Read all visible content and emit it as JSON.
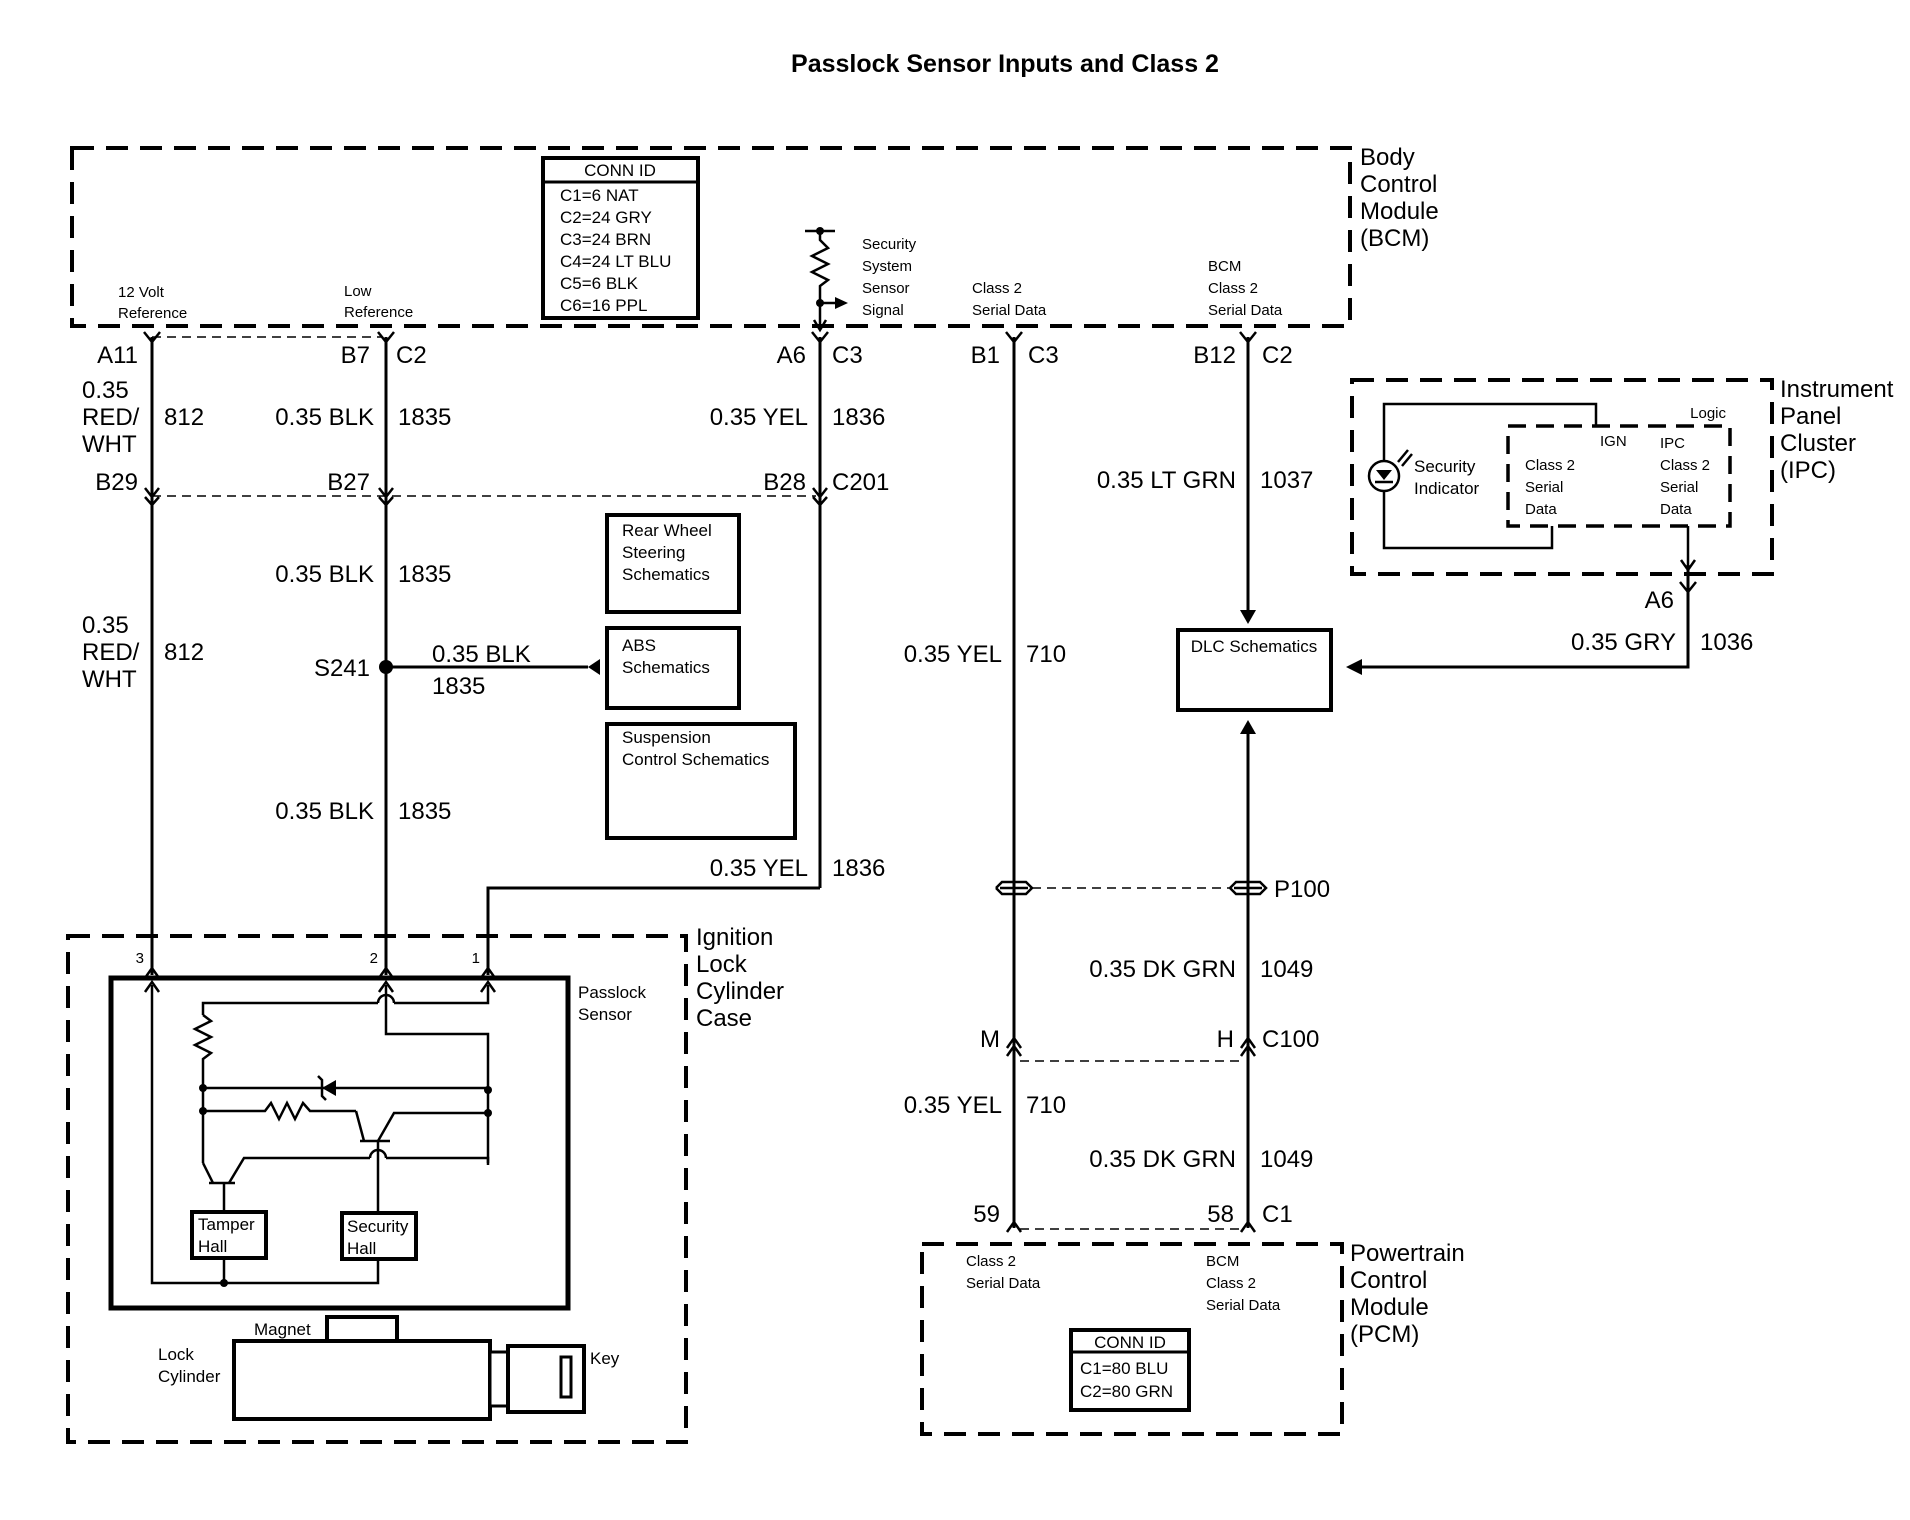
{
  "title": "Passlock Sensor Inputs and Class 2",
  "modules": {
    "bcm": {
      "name": [
        "Body",
        "Control",
        "Module",
        "(BCM)"
      ],
      "pins": {
        "v12_ref": [
          "12 Volt",
          "Reference"
        ],
        "low_ref": [
          "Low",
          "Reference"
        ],
        "security_signal": [
          "Security",
          "System",
          "Sensor",
          "Signal"
        ],
        "class2": [
          "Class 2",
          "Serial Data"
        ],
        "bcm_class2": [
          "BCM",
          "Class 2",
          "Serial Data"
        ]
      },
      "conn_id": {
        "header": "CONN ID",
        "rows": [
          "C1=6 NAT",
          "C2=24 GRY",
          "C3=24 BRN",
          "C4=24 LT BLU",
          "C5=6 BLK",
          "C6=16 PPL"
        ]
      }
    },
    "ipc": {
      "name": [
        "Instrument",
        "Panel",
        "Cluster",
        "(IPC)"
      ],
      "logic_label": "Logic",
      "ign": "IGN",
      "indicator": [
        "Security",
        "Indicator"
      ],
      "class2_left": [
        "Class 2",
        "Serial",
        "Data"
      ],
      "class2_right": [
        "IPC",
        "Class 2",
        "Serial",
        "Data"
      ]
    },
    "pcm": {
      "name": [
        "Powertrain",
        "Control",
        "Module",
        "(PCM)"
      ],
      "class2": [
        "Class 2",
        "Serial Data"
      ],
      "bcm_class2": [
        "BCM",
        "Class 2",
        "Serial Data"
      ],
      "conn_id": {
        "header": "CONN ID",
        "rows": [
          "C1=80 BLU",
          "C2=80 GRN"
        ]
      }
    },
    "ignition_lock": {
      "name": [
        "Ignition",
        "Lock",
        "Cylinder",
        "Case"
      ],
      "passlock": [
        "Passlock",
        "Sensor"
      ],
      "tamper_hall": [
        "Tamper",
        "Hall"
      ],
      "security_hall": [
        "Security",
        "Hall"
      ],
      "magnet": "Magnet",
      "lock_cylinder": [
        "Lock",
        "Cylinder"
      ],
      "key": "Key",
      "pins": [
        "3",
        "2",
        "1"
      ]
    }
  },
  "references": {
    "rear_wheel": [
      "Rear Wheel",
      "Steering",
      "Schematics"
    ],
    "abs": [
      "ABS",
      "Schematics"
    ],
    "suspension": [
      "Suspension",
      "Control Schematics"
    ],
    "dlc": "DLC Schematics"
  },
  "connectors": {
    "a11": "A11",
    "b7": "B7",
    "c2": "C2",
    "a6": "A6",
    "c3a": "C3",
    "b1": "B1",
    "c3b": "C3",
    "b12": "B12",
    "c2b": "C2",
    "b29": "B29",
    "b27": "B27",
    "b28": "B28",
    "c201": "C201",
    "s241": "S241",
    "p100": "P100",
    "m": "M",
    "h": "H",
    "c100": "C100",
    "p59": "59",
    "p58": "58",
    "c1": "C1",
    "ipc_a6": "A6"
  },
  "wires": {
    "w812_a": {
      "color": [
        "0.35",
        "RED/",
        "WHT"
      ],
      "circuit": "812"
    },
    "w812_b": {
      "color": [
        "0.35",
        "RED/",
        "WHT"
      ],
      "circuit": "812"
    },
    "w1835_a": {
      "color": "0.35 BLK",
      "circuit": "1835"
    },
    "w1835_b": {
      "color": "0.35 BLK",
      "circuit": "1835"
    },
    "w1835_c": {
      "color": "0.35 BLK",
      "circuit": "1835"
    },
    "w1835_d": {
      "color": "0.35 BLK",
      "circuit": "1835"
    },
    "w1836_a": {
      "color": "0.35 YEL",
      "circuit": "1836"
    },
    "w1836_b": {
      "color": "0.35 YEL",
      "circuit": "1836"
    },
    "w710_a": {
      "color": "0.35 YEL",
      "circuit": "710"
    },
    "w710_b": {
      "color": "0.35 YEL",
      "circuit": "710"
    },
    "w1037": {
      "color": "0.35 LT GRN",
      "circuit": "1037"
    },
    "w1036": {
      "color": "0.35 GRY",
      "circuit": "1036"
    },
    "w1049_a": {
      "color": "0.35 DK GRN",
      "circuit": "1049"
    },
    "w1049_b": {
      "color": "0.35 DK GRN",
      "circuit": "1049"
    }
  }
}
